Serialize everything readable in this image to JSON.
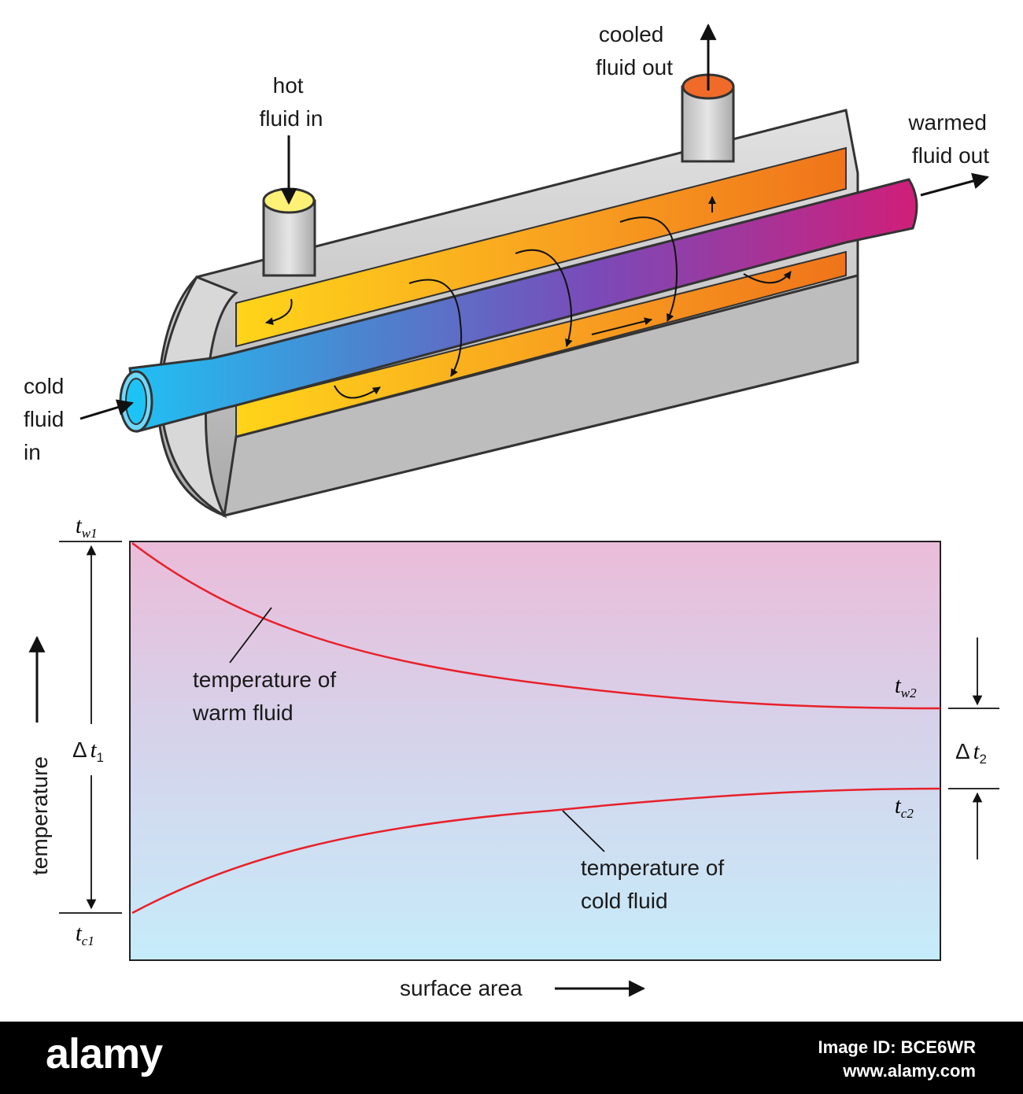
{
  "labels": {
    "hot_in": [
      "hot",
      "fluid in"
    ],
    "cooled_out": [
      "cooled",
      "fluid out"
    ],
    "warmed_out": [
      "warmed",
      "fluid out"
    ],
    "cold_in": [
      "cold",
      "fluid",
      "in"
    ],
    "temperature_axis": "temperature",
    "surface_axis": "surface area",
    "warm_curve_label": [
      "temperature of",
      "warm fluid"
    ],
    "cold_curve_label": [
      "temperature of",
      "cold fluid"
    ]
  },
  "symbols": {
    "t": "t",
    "delta": "Δ",
    "w1": "w1",
    "w2": "w2",
    "c1": "c1",
    "c2": "c2",
    "one": "1",
    "two": "2"
  },
  "footer": {
    "logo": "alamy",
    "id_line1": "Image ID: BCE6WR",
    "id_line2": "www.alamy.com"
  },
  "colors": {
    "cold": "#2fb8f0",
    "hot": "#ffd21a",
    "warmed": "#c81f7a",
    "cooled_shell": "#f07a1a",
    "curve": "#e8202a"
  }
}
